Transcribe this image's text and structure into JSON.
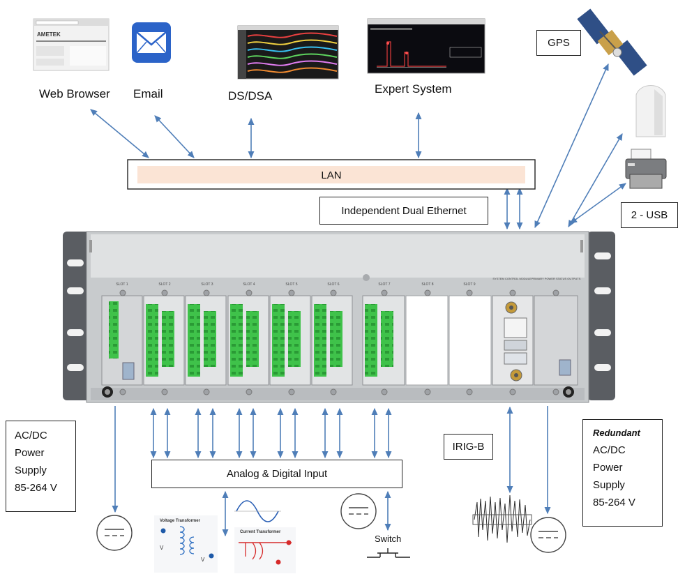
{
  "sources": {
    "web_browser": "Web Browser",
    "email": "Email",
    "ds_dsa": "DS/DSA",
    "expert_system": "Expert System",
    "browser_logo": "AMETEK"
  },
  "network": {
    "lan": "LAN",
    "dual_ethernet": "Independent Dual Ethernet"
  },
  "peripherals": {
    "gps": "GPS",
    "usb": "2 - USB"
  },
  "chassis": {
    "slots": [
      "SLOT 1",
      "SLOT 2",
      "SLOT 3",
      "SLOT 4",
      "SLOT 5",
      "SLOT 6",
      "SLOT 7",
      "SLOT 8",
      "SLOT 9"
    ],
    "system_control": "SYSTEM CONTROL MODULE",
    "primary_power": "PRIMARY POWER STATUS OUTPUTS"
  },
  "bottom": {
    "input_label": "Analog & Digital Input",
    "irig": "IRIG-B",
    "switch": "Switch",
    "voltage_transformer": "Voltage Transformer",
    "current_transformer": "Current Transformer",
    "v1": "V",
    "v2": "V"
  },
  "power_left": {
    "lines": [
      "AC/DC",
      "Power",
      "Supply",
      "85-264 V"
    ]
  },
  "power_right": {
    "heading": "Redundant",
    "lines": [
      "AC/DC",
      "Power",
      "Supply",
      "85-264 V"
    ]
  },
  "colors": {
    "arrow": "#4f7eb8",
    "lan_fill": "#fbe4d5",
    "terminal_green": "#3fc24a",
    "chassis": "#c8cbcd",
    "bracket": "#5a5d62"
  },
  "icons": [
    "browser-screenshot-icon",
    "email-envelope-icon",
    "waveform-screen-icon",
    "expert-system-screen-icon",
    "satellite-icon",
    "usb-drive-icon",
    "printer-icon",
    "dc-power-icon",
    "sine-wave-icon",
    "switch-icon",
    "irig-signal-icon"
  ]
}
